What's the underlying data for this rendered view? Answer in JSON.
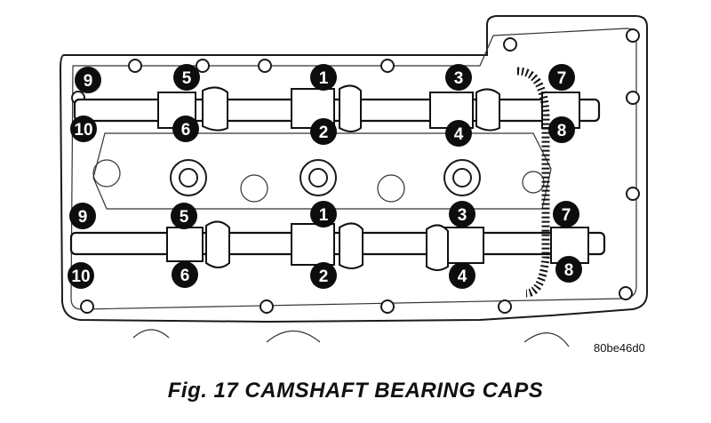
{
  "figure": {
    "caption": "Fig. 17 CAMSHAFT BEARING CAPS",
    "code": "80be46d0"
  },
  "badges": {
    "upper": [
      "9",
      "10",
      "5",
      "6",
      "1",
      "2",
      "3",
      "4",
      "7",
      "8"
    ],
    "lower": [
      "9",
      "10",
      "5",
      "6",
      "1",
      "2",
      "3",
      "4",
      "7",
      "8"
    ]
  },
  "colors": {
    "ink": "#111111",
    "badge": "#0d0d0d",
    "paper": "#ffffff"
  }
}
